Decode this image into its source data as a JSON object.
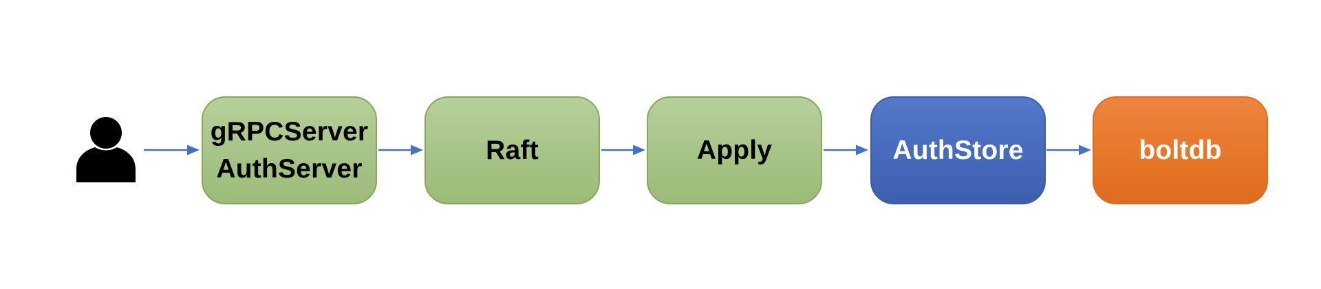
{
  "diagram": {
    "type": "flow",
    "direction": "left-to-right",
    "actor": {
      "icon": "person-icon",
      "color": "#000000"
    },
    "nodes": [
      {
        "id": "grpcserver-authserver",
        "lines": [
          "gRPCServer",
          "AuthServer"
        ],
        "fill": "green",
        "text_color": "#000000"
      },
      {
        "id": "raft",
        "lines": [
          "Raft"
        ],
        "fill": "green",
        "text_color": "#000000"
      },
      {
        "id": "apply",
        "lines": [
          "Apply"
        ],
        "fill": "green",
        "text_color": "#000000"
      },
      {
        "id": "authstore",
        "lines": [
          "AuthStore"
        ],
        "fill": "blue",
        "text_color": "#ffffff"
      },
      {
        "id": "boltdb",
        "lines": [
          "boltdb"
        ],
        "fill": "orange",
        "text_color": "#ffffff"
      }
    ],
    "edges": [
      {
        "from": "person",
        "to": "grpcserver-authserver"
      },
      {
        "from": "grpcserver-authserver",
        "to": "raft"
      },
      {
        "from": "raft",
        "to": "apply"
      },
      {
        "from": "apply",
        "to": "authstore"
      },
      {
        "from": "authstore",
        "to": "boltdb"
      }
    ],
    "colors": {
      "green_top": "#b6d09a",
      "green_bottom": "#9cbb77",
      "green_border": "#86a75d",
      "blue_top": "#5379c8",
      "blue_bottom": "#3d5fb0",
      "orange_top": "#ec8540",
      "orange_bottom": "#dd6c1f",
      "arrow": "#4472c4",
      "person": "#000000",
      "background": "#ffffff"
    }
  }
}
